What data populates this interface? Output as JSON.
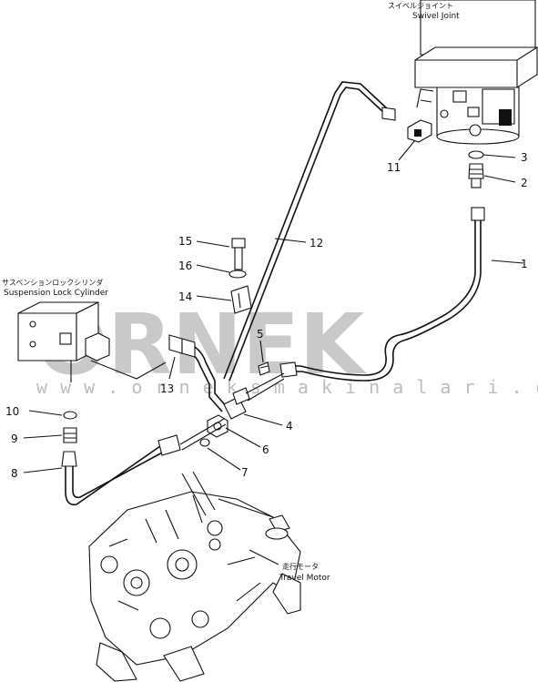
{
  "watermark": {
    "brand": "ORNEK",
    "url": "w w w . o r n e k s m a k i n a l a r i . c o m . t r"
  },
  "components": {
    "swivel_joint_jp": "スイベルジョイント",
    "swivel_joint": "Swivel Joint",
    "suspension_cylinder_jp": "サスペンションロックシリンダ",
    "suspension_cylinder": "Suspension Lock Cylinder",
    "travel_motor_jp": "走行モータ",
    "travel_motor": "Travel Motor"
  },
  "callouts": [
    "1",
    "2",
    "3",
    "4",
    "5",
    "6",
    "7",
    "8",
    "9",
    "10",
    "11",
    "12",
    "13",
    "14",
    "15",
    "16"
  ]
}
